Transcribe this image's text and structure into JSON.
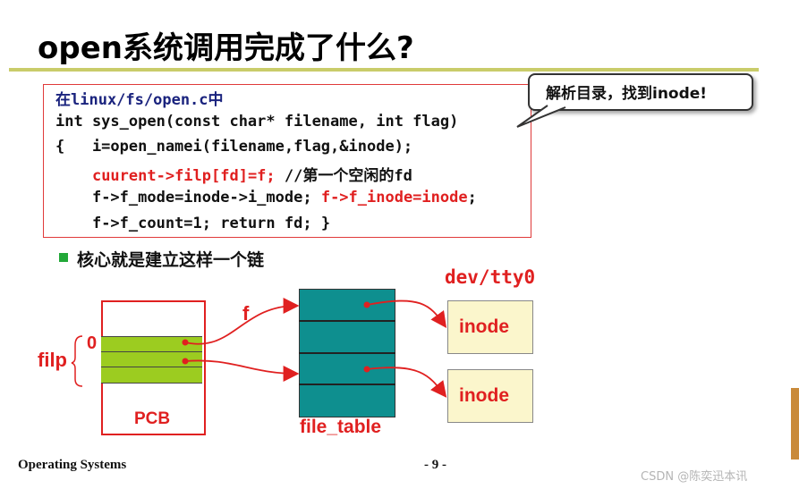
{
  "title": "open系统调用完成了什么?",
  "code": {
    "file": "在linux/fs/open.c中",
    "line1": "int sys_open(const char* filename, int flag)",
    "line2": "{   i=open_namei(filename,flag,&inode);",
    "line3_red": "cuurent->filp[fd]=f;",
    "line3_comment": " //第一个空闲的fd",
    "line4_a": "f->f_mode=inode->i_mode; ",
    "line4_red": "f->f_inode=inode",
    "line4_end": ";",
    "line5": "f->f_count=1; return fd; }"
  },
  "callout": "解析目录，找到inode!",
  "bullet": "核心就是建立这样一个链",
  "diagram": {
    "dev_label": "dev/tty0",
    "f_label": "f",
    "filp_label": "filp",
    "zero_label": "0",
    "pcb_label": "PCB",
    "file_table_label": "file_table",
    "inode1": "inode",
    "inode2": "inode"
  },
  "colors": {
    "accent_red": "#e02020",
    "pcb_slot_green": "#9ccc20",
    "file_table_teal": "#0e8f8f",
    "inode_fill": "#fbf6cc",
    "title_rule": "#c9cc6a"
  },
  "footer": {
    "course": "Operating Systems",
    "page": "- 9 -",
    "watermark": "CSDN @陈奕迅本讯"
  }
}
